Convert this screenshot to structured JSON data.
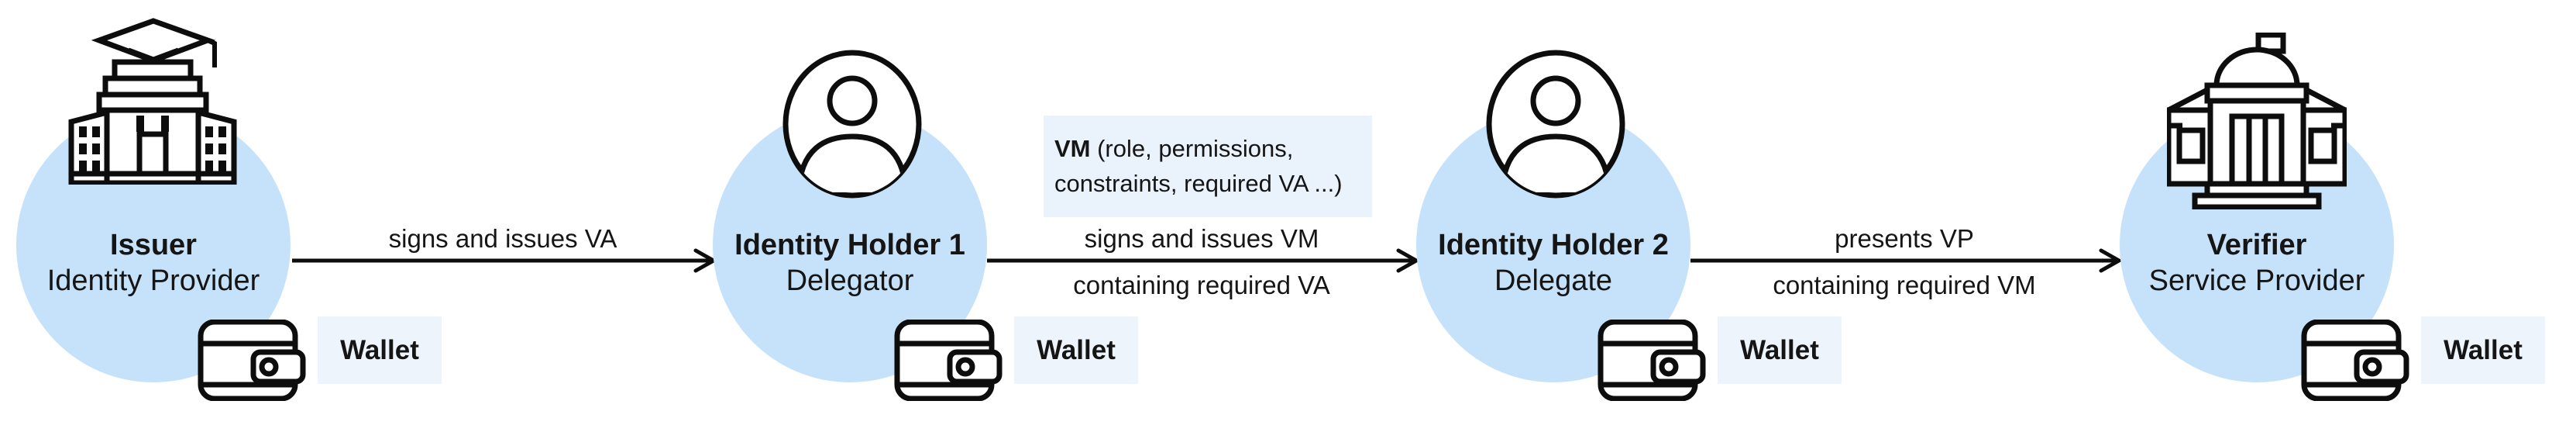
{
  "colors": {
    "node-circle": "#c6e2fb",
    "note-bg": "#eaf2fc",
    "wallet-bg": "#edf4fc",
    "ink": "#0d0d0d",
    "text": "#151515"
  },
  "nodes": [
    {
      "title": "Issuer",
      "subtitle": "Identity Provider",
      "icon": "university-building-icon",
      "wallet_label": "Wallet"
    },
    {
      "title": "Identity Holder 1",
      "subtitle": "Delegator",
      "icon": "person-icon",
      "wallet_label": "Wallet"
    },
    {
      "title": "Identity Holder 2",
      "subtitle": "Delegate",
      "icon": "person-icon",
      "wallet_label": "Wallet"
    },
    {
      "title": "Verifier",
      "subtitle": "Service Provider",
      "icon": "government-building-icon",
      "wallet_label": "Wallet"
    }
  ],
  "arrows": [
    {
      "label_top": "signs and issues VA",
      "label_bottom": ""
    },
    {
      "label_top": "signs and issues VM",
      "label_bottom": "containing required VA"
    },
    {
      "label_top": "presents VP",
      "label_bottom": "containing required VM"
    }
  ],
  "note": {
    "term": "VM",
    "line1_rest": " (role, permissions,",
    "line2": "constraints, required VA ...)"
  }
}
